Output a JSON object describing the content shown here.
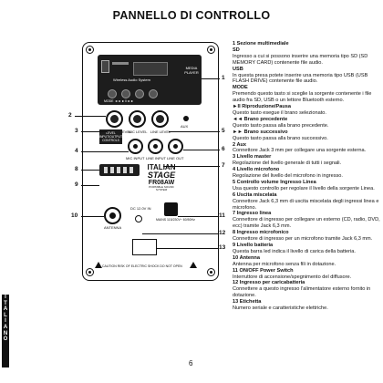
{
  "page": {
    "title": "PANNELLO DI CONTROLLO",
    "language_tab": [
      "I",
      "T",
      "A",
      "L",
      "I",
      "A",
      "N",
      "O"
    ],
    "page_number": "6"
  },
  "panel": {
    "media_brand": "Wireless Audio System",
    "media_tag": "MEDIA PLAYER",
    "media_buttons": "MODE  ◄◄  ►II  ►►",
    "knobs": [
      {
        "label": "MASTER LEVEL"
      },
      {
        "label": "MIC LEVEL"
      },
      {
        "label": "LINE LEVEL"
      }
    ],
    "aux_label": "AUX",
    "level_box": "LEVEL INPUT/OUTPUT CONTROLS",
    "jacks": [
      {
        "label": "MIC INPUT"
      },
      {
        "label": "LINE INPUT"
      },
      {
        "label": "LINE OUT"
      }
    ],
    "brand": {
      "line1": "ITALIAN",
      "line2": "STAGE",
      "model": "FR08AW",
      "tagline": "PORTABLE SOUND SYSTEM"
    },
    "antenna_label": "ANTENNA",
    "dc_label": "DC 12.0V IN",
    "power_label": "MAINS 115/230V~ 60/50Hz",
    "warning": "CAUTION  RISK OF ELECTRIC SHOCK DO NOT OPEN"
  },
  "callouts": {
    "left": [
      "2",
      "3",
      "4",
      "8",
      "9",
      "10"
    ],
    "right": [
      "1",
      "5",
      "6",
      "7",
      "11",
      "12",
      "13"
    ]
  },
  "legend": [
    {
      "h": "1  Sezione multimediale",
      "t": ""
    },
    {
      "h": "SD",
      "t": "Ingresso a cui si possono inserire una memoria tipo SD (SD MEMORY CARD) contenente file audio."
    },
    {
      "h": "USB",
      "t": "In questa presa potete inserire una memoria tipo USB (USB FLASH DRIVE) contenente file audio."
    },
    {
      "h": "MODE",
      "t": "Premendo questo tasto si sceglie la sorgente contenente i file audio fra SD, USB o un lettore Bluetooth esterno."
    },
    {
      "h": "►II Riproduzione/Pausa",
      "t": "Questo tasto esegue il brano selezionato."
    },
    {
      "h": "◄◄ Brano precedente",
      "t": "Questo tasto passa alla brano precedente."
    },
    {
      "h": "►► Brano successivo",
      "t": "Questo tasto passa alla brano successivo."
    },
    {
      "h": "2  Aux",
      "t": "Connettore Jack 3 mm per collegare una sorgente esterna."
    },
    {
      "h": "3  Livello master",
      "t": "Regolazione del livello generale di tutti i segnali."
    },
    {
      "h": "4  Livello microfono",
      "t": "Regolazione del livello del microfono in ingresso."
    },
    {
      "h": "5  Controllo volume Ingresso Linea",
      "t": "Usa questo controllo per regolare il livello della sorgente Linea."
    },
    {
      "h": "6  Uscita miscelata",
      "t": "Connettore Jack 6,3 mm di uscita miscelata degli ingressi linea e microfono."
    },
    {
      "h": "7  Ingresso linea",
      "t": "Connettore di ingresso per collegare un esterno (CD, radio, DVD, ecc) tramite Jack 6,3 mm."
    },
    {
      "h": "8  Ingresso microfonico",
      "t": "Connettore di ingresso per un microfono tramite Jack 6,3 mm."
    },
    {
      "h": "9  Livello batteria",
      "t": "Questa barra led indica il livello di carica della batteria."
    },
    {
      "h": "10  Antenna",
      "t": "Antenna per microfono senza fili in dotazione."
    },
    {
      "h": "11  ON/OFF Power Switch",
      "t": "Interruttore di accensione/spegnimento del diffusore."
    },
    {
      "h": "12  Ingresso per caricabatteria",
      "t": "Connettere a questo ingresso l'alimentatore esterno fornito in dotazione."
    },
    {
      "h": "13  Etichetta",
      "t": "Numero seriale e caratteristiche elettriche."
    }
  ]
}
